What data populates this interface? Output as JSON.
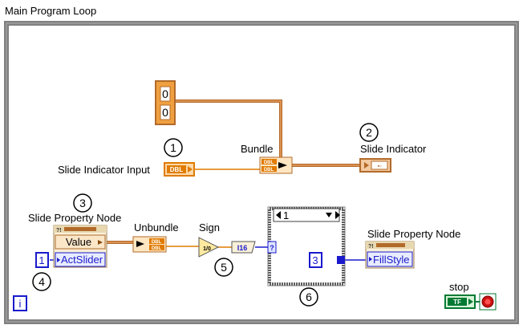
{
  "loop": {
    "title": "Main Program Loop",
    "iteration": "i"
  },
  "array_constant": {
    "values": [
      "0",
      "0"
    ]
  },
  "bundle": {
    "label": "Bundle",
    "terms": [
      "DBL",
      "DBL"
    ]
  },
  "inputs": {
    "slide_input_label": "Slide Indicator Input",
    "slide_input_type": "DBL"
  },
  "outputs": {
    "slide_indicator_label": "Slide Indicator"
  },
  "property_node_1": {
    "label": "Slide Property Node",
    "property": "Value",
    "reference": "ActSlider",
    "constant": "1"
  },
  "unbundle": {
    "label": "Unbundle",
    "terms": [
      "DBL",
      "DBL"
    ]
  },
  "sign": {
    "label": "Sign",
    "symbol": "1/0"
  },
  "convert": {
    "label": "I16"
  },
  "case_structure": {
    "selector": "1",
    "selector_terminal": "?"
  },
  "property_node_2": {
    "label": "Slide Property Node",
    "property": "FillStyle",
    "constant": "3"
  },
  "stop": {
    "label": "stop",
    "terminal": "TF"
  },
  "callouts": [
    "1",
    "2",
    "3",
    "4",
    "5",
    "6"
  ],
  "colors": {
    "orange": "#e07b00",
    "brown": "#b26a2a",
    "blue": "#1a1acc",
    "green": "#007a33",
    "loop_gray": "#808080"
  }
}
